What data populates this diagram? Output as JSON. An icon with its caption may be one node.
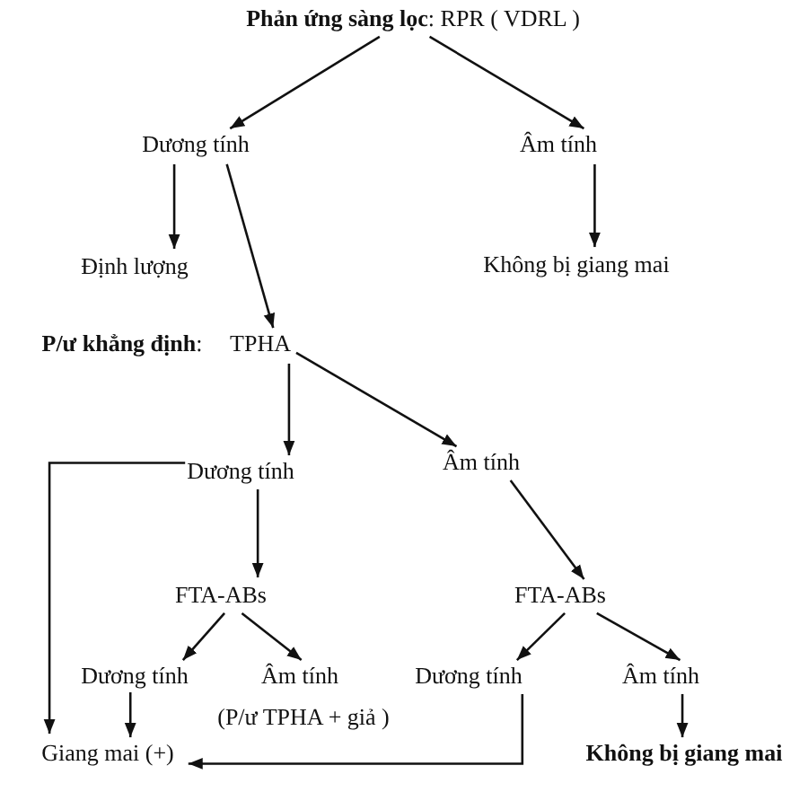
{
  "diagram": {
    "nodes": [
      {
        "text": [
          "**Phản ứng sàng lọc**: RPR ( VDRL )"
        ]
      },
      {
        "text": [
          "Dương tính"
        ]
      },
      {
        "text": [
          "Âm tính"
        ]
      },
      {
        "text": [
          "Định lượng"
        ]
      },
      {
        "text": [
          "Không bị giang mai"
        ]
      },
      {
        "text": [
          "TPHA"
        ],
        "beside": [
          "**P/ư khẳng định**:"
        ]
      },
      {
        "text": [
          "Dương tính"
        ]
      },
      {
        "text": [
          "Âm tính"
        ]
      },
      {
        "text": [
          "FTA-ABs"
        ]
      },
      {
        "text": [
          "FTA-ABs"
        ]
      },
      {
        "text": [
          "Dương tính"
        ]
      },
      {
        "text": [
          "Âm tính"
        ],
        "beside": [
          "(P/ư TPHA + giả )"
        ]
      },
      {
        "text": [
          "Dương tính"
        ]
      },
      {
        "text": [
          "Âm tính"
        ]
      },
      {
        "text": [
          "Giang mai (+)"
        ]
      },
      {
        "text": [
          "Không bị giang mai"
        ]
      }
    ],
    "edges": [
      {
        "from": 0,
        "to": 1,
        "arrow": "to"
      },
      {
        "from": 0,
        "to": 2,
        "arrow": "to"
      },
      {
        "from": 1,
        "to": 3,
        "arrow": "to"
      },
      {
        "from": 1,
        "to": 5,
        "arrow": "to"
      },
      {
        "from": 2,
        "to": 4,
        "arrow": "to"
      },
      {
        "from": 5,
        "to": 6,
        "arrow": "to"
      },
      {
        "from": 5,
        "to": 7,
        "arrow": "to"
      },
      {
        "from": 6,
        "to": 14,
        "arrow": "to"
      },
      {
        "from": 6,
        "to": 8,
        "arrow": "to"
      },
      {
        "from": 7,
        "to": 9,
        "arrow": "to"
      },
      {
        "from": 8,
        "to": 10,
        "arrow": "to"
      },
      {
        "from": 8,
        "to": 11,
        "arrow": "to"
      },
      {
        "from": 9,
        "to": 12,
        "arrow": "to"
      },
      {
        "from": 9,
        "to": 13,
        "arrow": "to"
      },
      {
        "from": 10,
        "to": 14,
        "arrow": "to"
      },
      {
        "from": 12,
        "to": 14,
        "arrow": "to"
      },
      {
        "from": 13,
        "to": 15,
        "arrow": "to"
      }
    ]
  }
}
